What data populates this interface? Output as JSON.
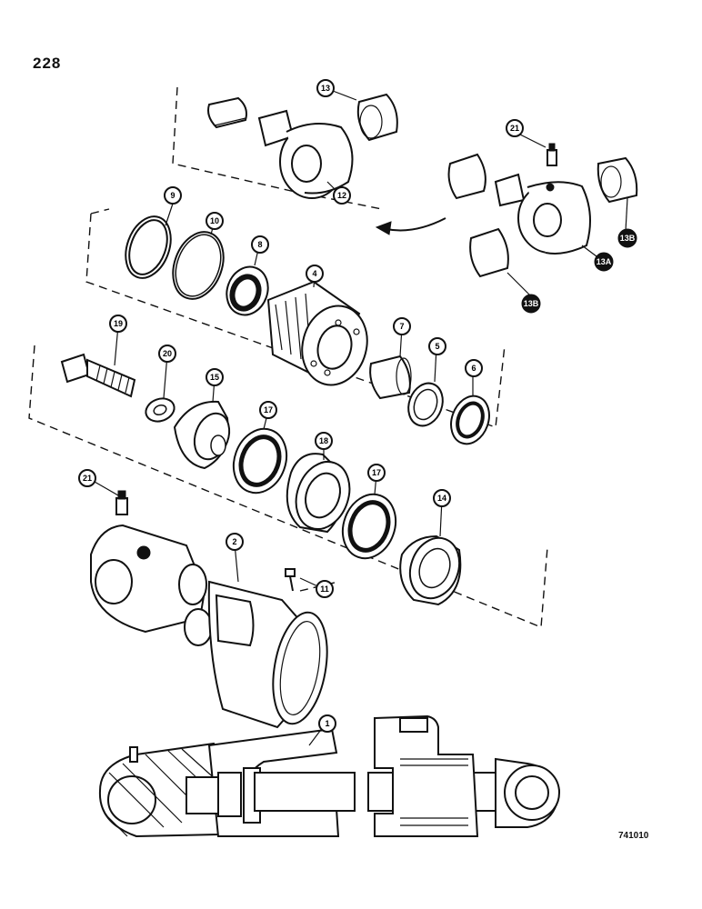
{
  "page_number": "228",
  "figure_code": "741010",
  "callouts": [
    {
      "id": "c13",
      "label": "13"
    },
    {
      "id": "c12",
      "label": "12"
    },
    {
      "id": "c21a",
      "label": "21"
    },
    {
      "id": "c13B_top",
      "label": "13B"
    },
    {
      "id": "c13A",
      "label": "13A"
    },
    {
      "id": "c13B_bottom",
      "label": "13B"
    },
    {
      "id": "c9",
      "label": "9"
    },
    {
      "id": "c10",
      "label": "10"
    },
    {
      "id": "c8",
      "label": "8"
    },
    {
      "id": "c4",
      "label": "4"
    },
    {
      "id": "c7",
      "label": "7"
    },
    {
      "id": "c5",
      "label": "5"
    },
    {
      "id": "c6",
      "label": "6"
    },
    {
      "id": "c19",
      "label": "19"
    },
    {
      "id": "c20",
      "label": "20"
    },
    {
      "id": "c15",
      "label": "15"
    },
    {
      "id": "c17a",
      "label": "17"
    },
    {
      "id": "c18",
      "label": "18"
    },
    {
      "id": "c17b",
      "label": "17"
    },
    {
      "id": "c14",
      "label": "14"
    },
    {
      "id": "c21b",
      "label": "21"
    },
    {
      "id": "c2",
      "label": "2"
    },
    {
      "id": "c11",
      "label": "11"
    },
    {
      "id": "c1",
      "label": "1"
    }
  ]
}
